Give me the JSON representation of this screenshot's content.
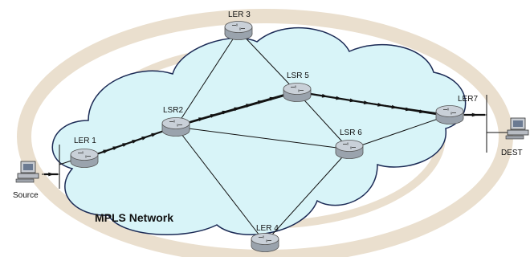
{
  "diagram": {
    "title": "MPLS Network",
    "colors": {
      "cloud_fill": "#d8f4f8",
      "cloud_stroke": "#1b2a55",
      "link": "#111111",
      "router_body": "#9aa3ad",
      "router_top": "#c9d0d8",
      "lsp_arrow": "#111111",
      "watermark": "#eadfce"
    },
    "nodes": [
      {
        "id": "ler1",
        "label": "LER 1",
        "kind": "router",
        "icon": "router-icon"
      },
      {
        "id": "lsr2",
        "label": "LSR2",
        "kind": "router",
        "icon": "router-icon"
      },
      {
        "id": "ler3",
        "label": "LER 3",
        "kind": "router",
        "icon": "router-icon"
      },
      {
        "id": "ler4",
        "label": "LER 4",
        "kind": "router",
        "icon": "router-icon"
      },
      {
        "id": "lsr5",
        "label": "LSR 5",
        "kind": "router",
        "icon": "router-icon"
      },
      {
        "id": "lsr6",
        "label": "LSR 6",
        "kind": "router",
        "icon": "router-icon"
      },
      {
        "id": "ler7",
        "label": "LER7",
        "kind": "router",
        "icon": "router-icon"
      },
      {
        "id": "source",
        "label": "Source",
        "kind": "host",
        "icon": "computer-icon"
      },
      {
        "id": "dest",
        "label": "DEST",
        "kind": "host",
        "icon": "computer-icon"
      }
    ],
    "links": [
      [
        "ler1",
        "lsr2"
      ],
      [
        "lsr2",
        "ler3"
      ],
      [
        "lsr2",
        "lsr5"
      ],
      [
        "lsr2",
        "lsr6"
      ],
      [
        "lsr2",
        "ler4"
      ],
      [
        "ler3",
        "lsr5"
      ],
      [
        "lsr5",
        "lsr6"
      ],
      [
        "lsr5",
        "ler7"
      ],
      [
        "lsr6",
        "ler7"
      ],
      [
        "lsr6",
        "ler4"
      ]
    ],
    "lsp_path": [
      "source",
      "ler1",
      "lsr2",
      "lsr5",
      "ler7",
      "dest"
    ]
  }
}
